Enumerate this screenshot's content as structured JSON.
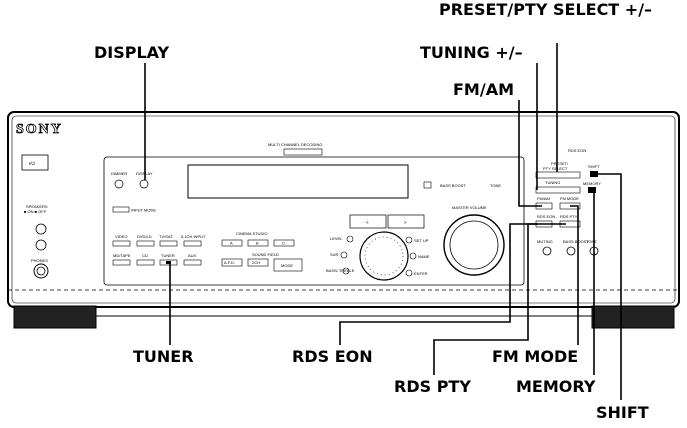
{
  "callouts": {
    "preset_pty_select": "PRESET/PTY SELECT +/–",
    "display": "DISPLAY",
    "tuning": "TUNING +/–",
    "fm_am": "FM/AM",
    "tuner": "TUNER",
    "rds_eon": "RDS EON",
    "fm_mode": "FM MODE",
    "rds_pty": "RDS PTY",
    "memory": "MEMORY",
    "shift": "SHIFT"
  },
  "panel": {
    "brand": "SONY",
    "power_symbol": "I/⏻",
    "speakers": "SPEAKERS",
    "speakers_sub": "■ ON ■ OFF",
    "phones": "PHONES",
    "multi_channel": "MULTI CHANNEL DECODING",
    "dimmer": "DIMMER",
    "display": "DISPLAY",
    "input_mode": "INPUT MODE",
    "bass_boost": "BASS BOOST",
    "tone": "TONE",
    "master_volume": "MASTER VOLUME",
    "rds_logo": "RDS EON",
    "preset": "PRESET/",
    "pty_select": "PTY SELECT",
    "shift": "SHIFT",
    "tuning": "TUNING",
    "memory": "MEMORY",
    "fm_am": "FM/AM",
    "fm_mode": "FM MODE",
    "rds_eon": "RDS EON",
    "rds_pty": "RDS PTY",
    "muting": "MUTING",
    "bass_boost2": "BASS BOOST",
    "tone2": "TONE",
    "inputs_row1": [
      "VIDEO",
      "DVD/LD",
      "TV/SAT",
      "5.1CH INPUT"
    ],
    "inputs_row2": [
      "MD/TAPE",
      "CD",
      "TUNER",
      "AUX"
    ],
    "cinema_studio": "CINEMA STUDIO",
    "cinema_buttons": [
      "A",
      "B",
      "C"
    ],
    "sound_field": "SOUND FIELD",
    "sf_buttons": [
      "A.F.D.",
      "2CH",
      "MODE"
    ],
    "knob_labels": [
      "LEVEL",
      "SUR",
      "BASS/ TREBLE"
    ],
    "right_labels": [
      "SET UP",
      "NAME",
      "ENTER"
    ],
    "arrows": [
      "<",
      ">"
    ]
  }
}
